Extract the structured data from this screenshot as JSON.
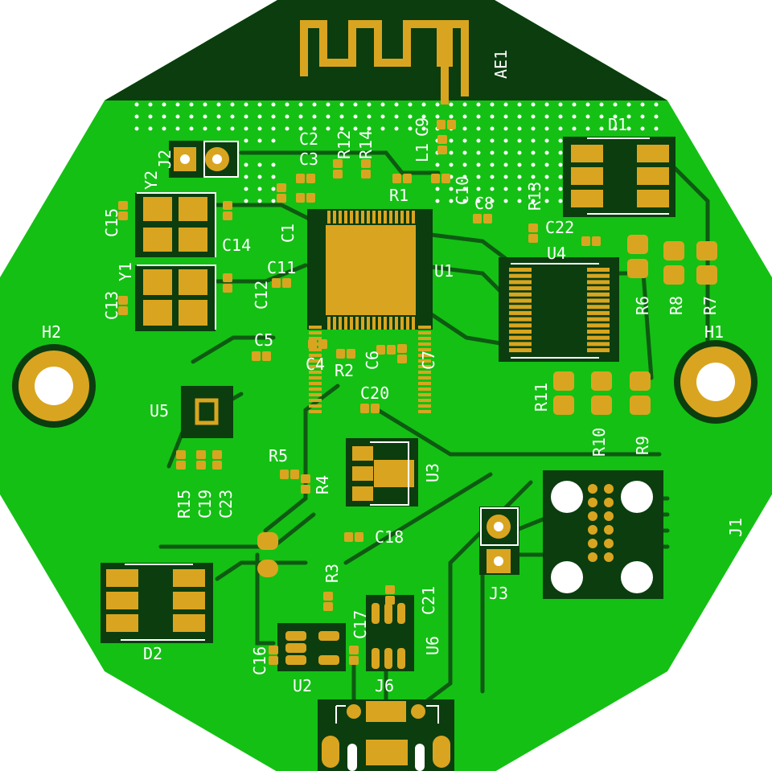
{
  "board": {
    "colors": {
      "copper_fill": "#14c014",
      "substrate": "#0b3d0f",
      "pad": "#d9a520",
      "silkscreen": "#ffffff"
    }
  },
  "designators": {
    "AE1": "AE1",
    "D1": "D1",
    "J2": "J2",
    "Y2": "Y2",
    "C15": "C15",
    "C2": "C2",
    "C3": "C3",
    "R12": "R12",
    "R14": "R14",
    "L1": "L1",
    "C9": "C9",
    "C10": "C10",
    "R1": "R1",
    "C8": "C8",
    "R13": "R13",
    "C22": "C22",
    "U4": "U4",
    "C14": "C14",
    "C1": "C1",
    "C11": "C11",
    "U1": "U1",
    "C12": "C12",
    "Y1": "Y1",
    "C13": "C13",
    "R6": "R6",
    "R8": "R8",
    "R7": "R7",
    "H2": "H2",
    "H1": "H1",
    "C5": "C5",
    "C4": "C4",
    "R2": "R2",
    "C6": "C6",
    "C7": "C7",
    "C20": "C20",
    "R11": "R11",
    "R10": "R10",
    "R9": "R9",
    "U5": "U5",
    "R5": "R5",
    "R4": "R4",
    "U3": "U3",
    "R15": "R15",
    "C19": "C19",
    "C23": "C23",
    "J1": "J1",
    "C18": "C18",
    "J3": "J3",
    "R3": "R3",
    "C17": "C17",
    "C21": "C21",
    "D2": "D2",
    "C16": "C16",
    "U2": "U2",
    "U6": "U6",
    "J6": "J6"
  }
}
